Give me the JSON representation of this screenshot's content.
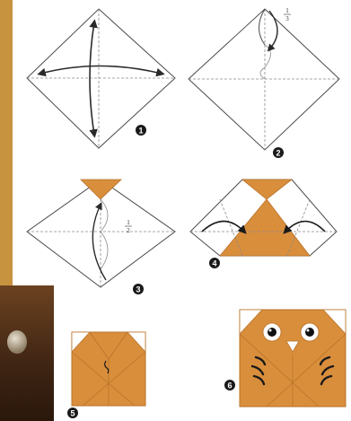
{
  "steps": [
    {
      "number": "1"
    },
    {
      "number": "2",
      "fraction": {
        "numerator": "1",
        "denominator": "3"
      }
    },
    {
      "number": "3",
      "fraction": {
        "numerator": "1",
        "denominator": "2"
      }
    },
    {
      "number": "4"
    },
    {
      "number": "5"
    },
    {
      "number": "6"
    }
  ],
  "colors": {
    "paper_white": "#ffffff",
    "paper_orange": "#d98e3c",
    "paper_orange_dark": "#b8732a",
    "fold_line": "#4a4a4a",
    "guide_dashed": "#8a8a8a",
    "background_wood": "#c8933f",
    "badge": "#1a1a1a"
  }
}
